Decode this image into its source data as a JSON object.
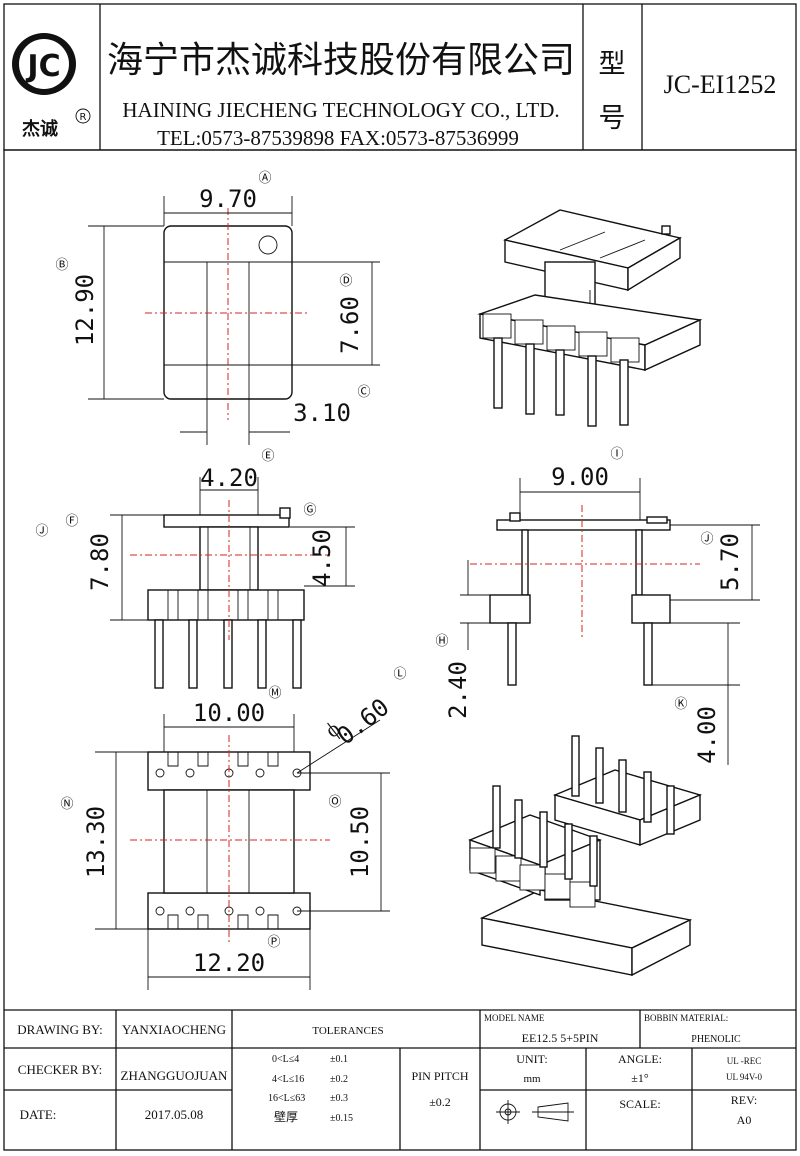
{
  "header": {
    "logo_text": "JC",
    "logo_sub": "杰诚",
    "logo_mark": "R",
    "company_cn": "海宁市杰诚科技股份有限公司",
    "company_en": "HAINING JIECHENG TECHNOLOGY CO., LTD.",
    "contact": "TEL:0573-87539898  FAX:0573-87536999",
    "type_label_1": "型",
    "type_label_2": "号",
    "model_code": "JC-EI1252"
  },
  "dimensions": {
    "A": {
      "label": "Ⓐ",
      "value": "9.70"
    },
    "B": {
      "label": "Ⓑ",
      "value": "12.90"
    },
    "C": {
      "label": "Ⓒ",
      "value": "3.10"
    },
    "D": {
      "label": "Ⓓ",
      "value": "7.60"
    },
    "E": {
      "label": "Ⓔ",
      "value": "4.20"
    },
    "F": {
      "label": "Ⓕ",
      "value": "7.80"
    },
    "G": {
      "label": "Ⓖ",
      "value": "4.50"
    },
    "H": {
      "label": "Ⓗ",
      "value": "2.40"
    },
    "I": {
      "label": "Ⓘ",
      "value": "9.00"
    },
    "J": {
      "label": "Ⓙ",
      "value": "5.70"
    },
    "J2": {
      "label": "Ⓙ"
    },
    "K": {
      "label": "Ⓚ",
      "value": "4.00"
    },
    "L": {
      "label": "Ⓛ",
      "value": "0.60"
    },
    "M": {
      "label": "Ⓜ",
      "value": "10.00"
    },
    "N": {
      "label": "Ⓝ",
      "value": "13.30"
    },
    "O": {
      "label": "Ⓞ",
      "value": "10.50"
    },
    "P": {
      "label": "Ⓟ",
      "value": "12.20"
    }
  },
  "titleblock": {
    "drawing_by_label": "DRAWING  BY:",
    "drawing_by": "YANXIAOCHENG",
    "checker_by_label": "CHECKER  BY:",
    "checker_by": "ZHANGGUOJUAN",
    "date_label": "DATE:",
    "date": "2017.05.08",
    "tolerances_label": "TOLERANCES",
    "tol_rows": [
      {
        "range": "0<L≤4",
        "tol": "±0.1"
      },
      {
        "range": "4<L≤16",
        "tol": "±0.2"
      },
      {
        "range": "16<L≤63",
        "tol": "±0.3"
      },
      {
        "range": "壁厚",
        "tol": "±0.15"
      }
    ],
    "pin_pitch_label": "PIN PITCH",
    "pin_pitch": "±0.2",
    "model_name_label": "MODEL NAME",
    "model_name": "EE12.5 5+5PIN",
    "bobbin_material_label": "BOBBIN MATERIAL:",
    "bobbin_material": "PHENOLIC",
    "unit_label": "UNIT:",
    "unit": "mm",
    "angle_label": "ANGLE:",
    "angle": "±1°",
    "ul_rec": "UL -REC",
    "ul_94": "UL  94V-0",
    "scale_label": "SCALE:",
    "rev_label": "REV:",
    "rev": "A0"
  }
}
